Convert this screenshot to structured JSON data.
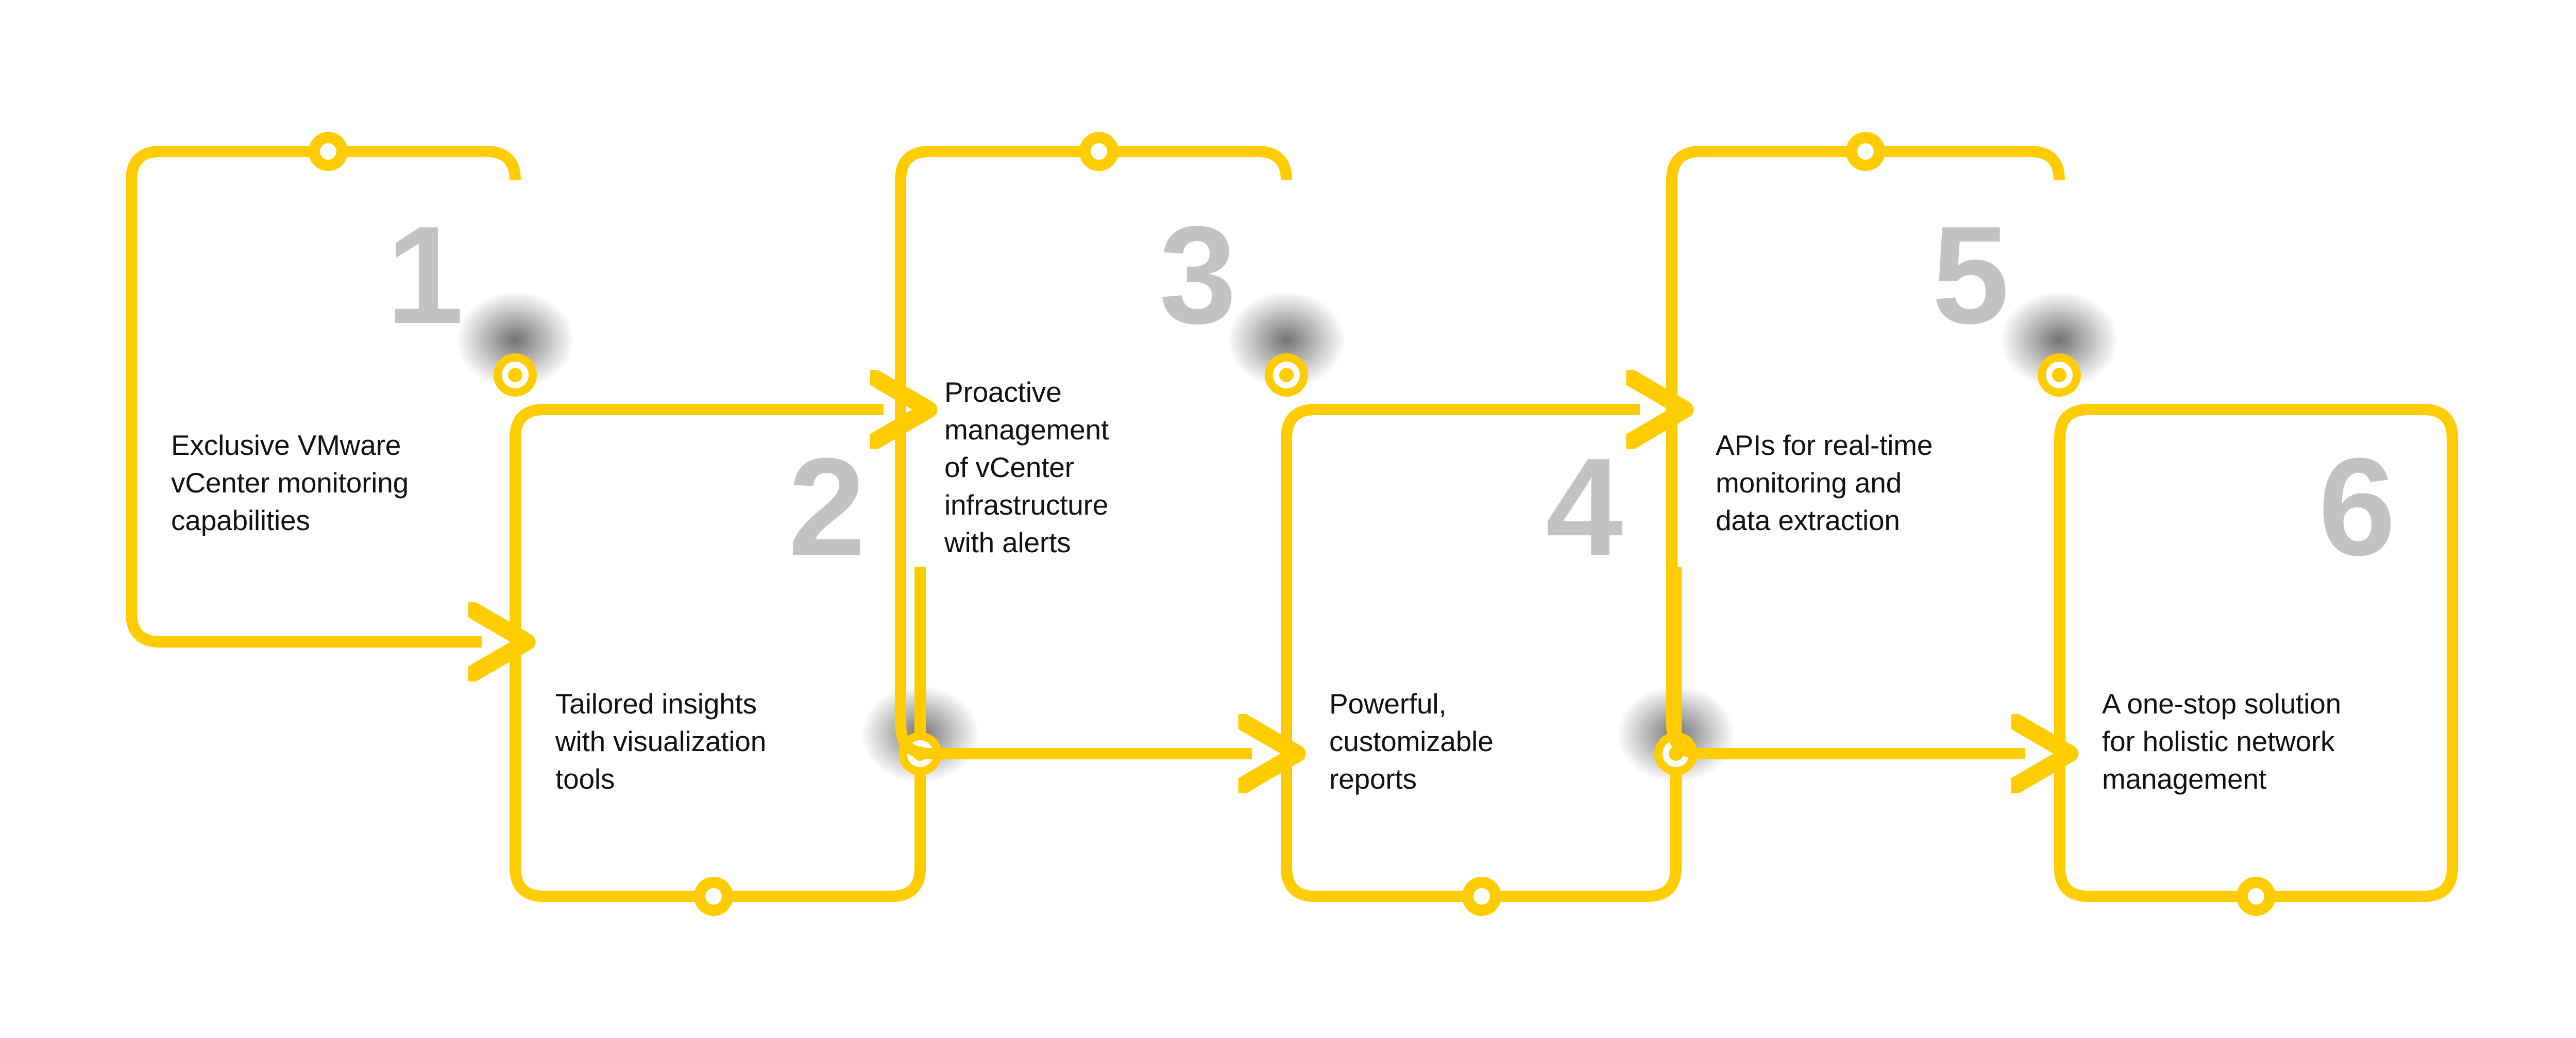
{
  "theme": {
    "accent": "#FFCC00",
    "number_color": "#C2C2C2",
    "text_color": "#111111",
    "background": "#FFFFFF"
  },
  "diagram": {
    "type": "zigzag-process-flow",
    "step_count": 6,
    "connector_icon": "ring-connector-icon",
    "junction_icon": "bullseye-connector-icon",
    "arrow_icon": "arrow-right-icon"
  },
  "steps": [
    {
      "number": "1",
      "text": "Exclusive VMware\nvCenter monitoring\ncapabilities",
      "row": "top"
    },
    {
      "number": "2",
      "text": "Tailored insights\nwith visualization\ntools",
      "row": "bottom"
    },
    {
      "number": "3",
      "text": "Proactive\nmanagement\nof vCenter\ninfrastructure\nwith alerts",
      "row": "top"
    },
    {
      "number": "4",
      "text": "Powerful,\ncustomizable\nreports",
      "row": "bottom"
    },
    {
      "number": "5",
      "text": "APIs for real-time\nmonitoring and\ndata extraction",
      "row": "top"
    },
    {
      "number": "6",
      "text": "A one-stop solution\nfor holistic network\nmanagement",
      "row": "bottom"
    }
  ]
}
